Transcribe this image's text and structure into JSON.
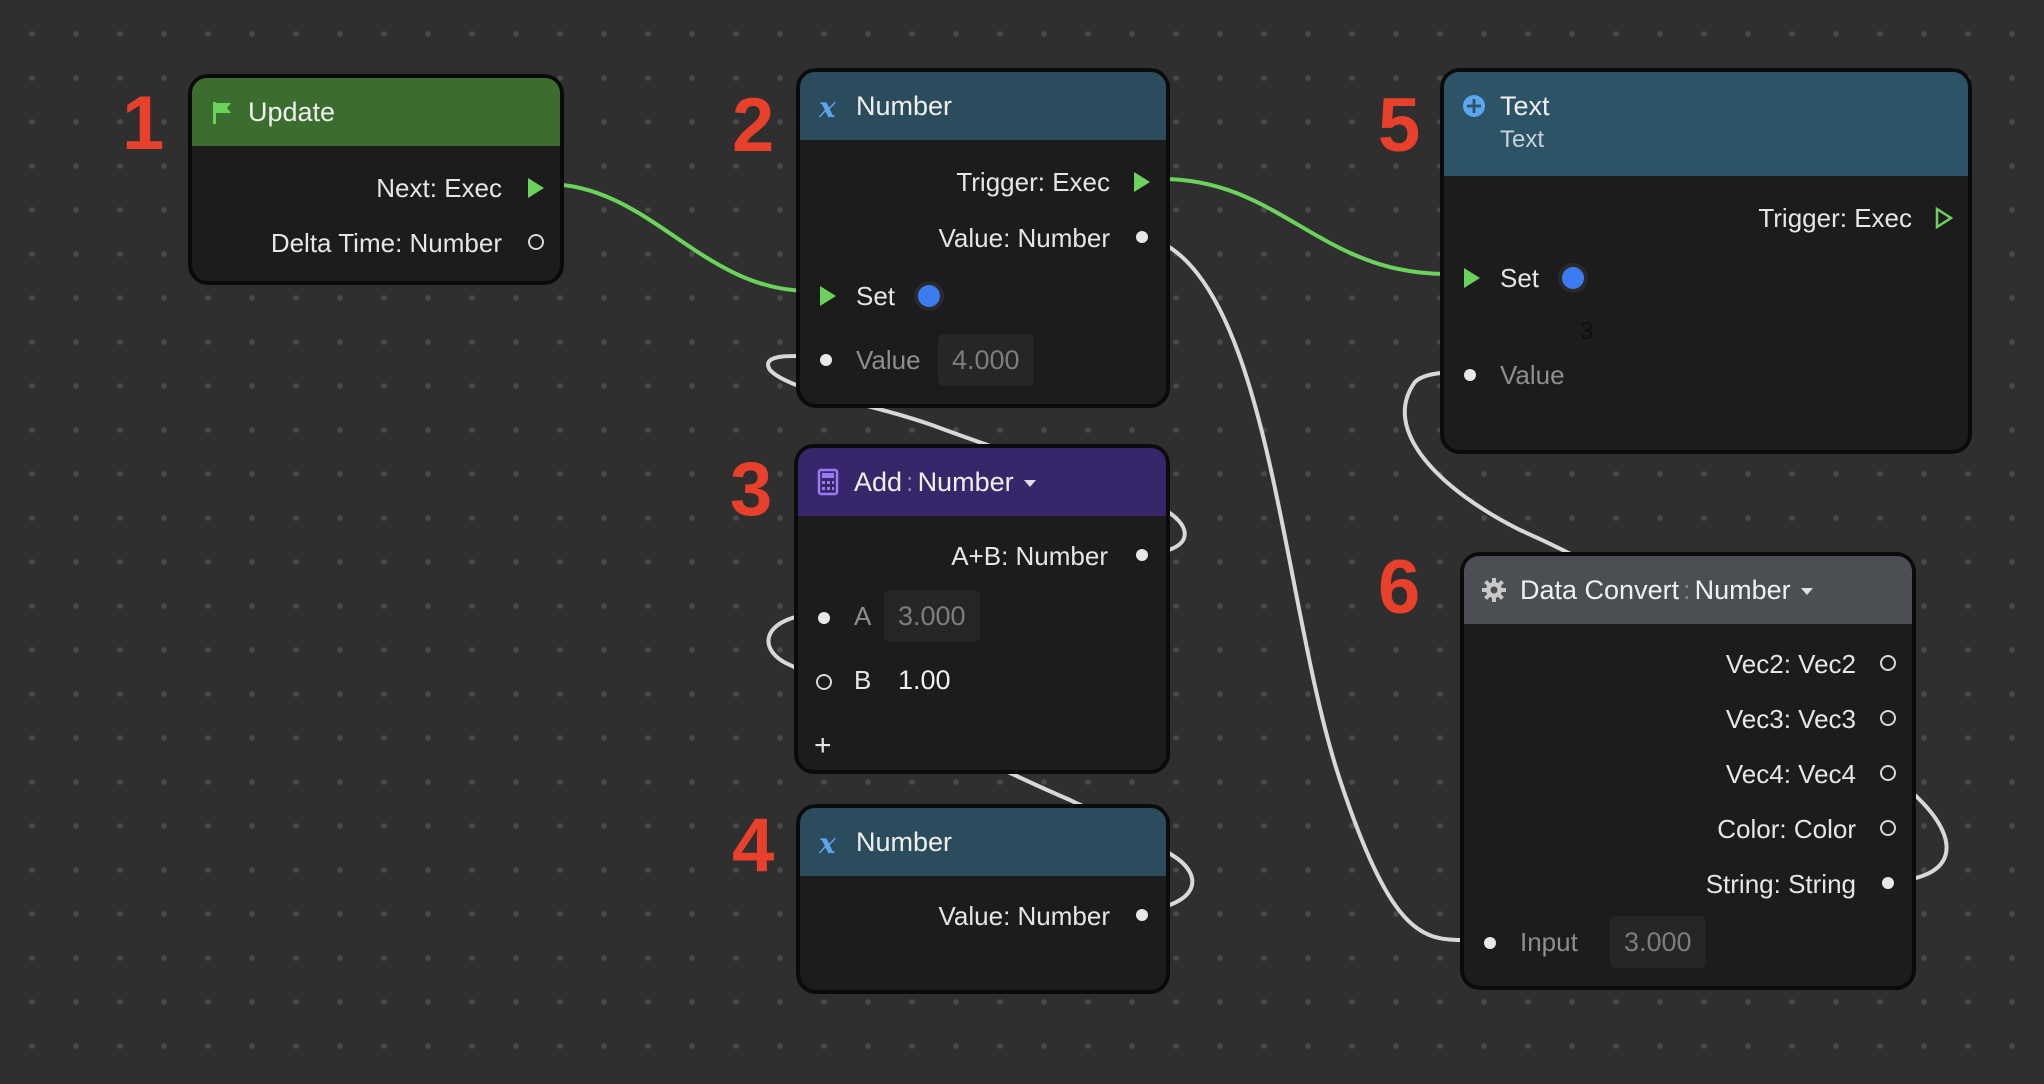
{
  "callouts": [
    "1",
    "2",
    "3",
    "4",
    "5",
    "6"
  ],
  "colors": {
    "exec_wire": "#6bd35b",
    "data_wire": "#d8d8d8",
    "update_header": "#3b6e2e",
    "number_header": "#2b4c5c",
    "add_header": "#37276a",
    "text_header": "#2d5366",
    "convert_header": "#4b4e53",
    "callout": "#e8402a",
    "set_dot": "#3c7cf0"
  },
  "nodes": {
    "update": {
      "title": "Update",
      "icon": "flag-icon",
      "outputs": {
        "next": "Next: Exec",
        "delta_time": "Delta Time: Number"
      }
    },
    "number_set": {
      "title": "Number",
      "icon": "variable-x-icon",
      "outputs": {
        "trigger": "Trigger: Exec",
        "value": "Value: Number"
      },
      "inputs": {
        "set": "Set",
        "value_label": "Value",
        "value_field": "4.000"
      }
    },
    "add": {
      "title": "Add",
      "type": "Number",
      "icon": "calculator-icon",
      "outputs": {
        "sum": "A+B: Number"
      },
      "inputs": {
        "a_label": "A",
        "a_value": "3.000",
        "b_label": "B",
        "b_value": "1.00"
      },
      "add_port": "+"
    },
    "number_get": {
      "title": "Number",
      "icon": "variable-x-icon",
      "outputs": {
        "value": "Value: Number"
      }
    },
    "text": {
      "title": "Text",
      "subtitle": "Text",
      "icon": "plus-circle-icon",
      "outputs": {
        "trigger": "Trigger: Exec"
      },
      "inputs": {
        "set": "Set",
        "set_value": "3",
        "value_label": "Value"
      }
    },
    "data_convert": {
      "title": "Data Convert",
      "type": "Number",
      "icon": "gear-icon",
      "outputs": {
        "vec2": "Vec2: Vec2",
        "vec3": "Vec3: Vec3",
        "vec4": "Vec4: Vec4",
        "color": "Color: Color",
        "string": "String: String"
      },
      "inputs": {
        "input_label": "Input",
        "input_value": "3.000"
      }
    }
  }
}
